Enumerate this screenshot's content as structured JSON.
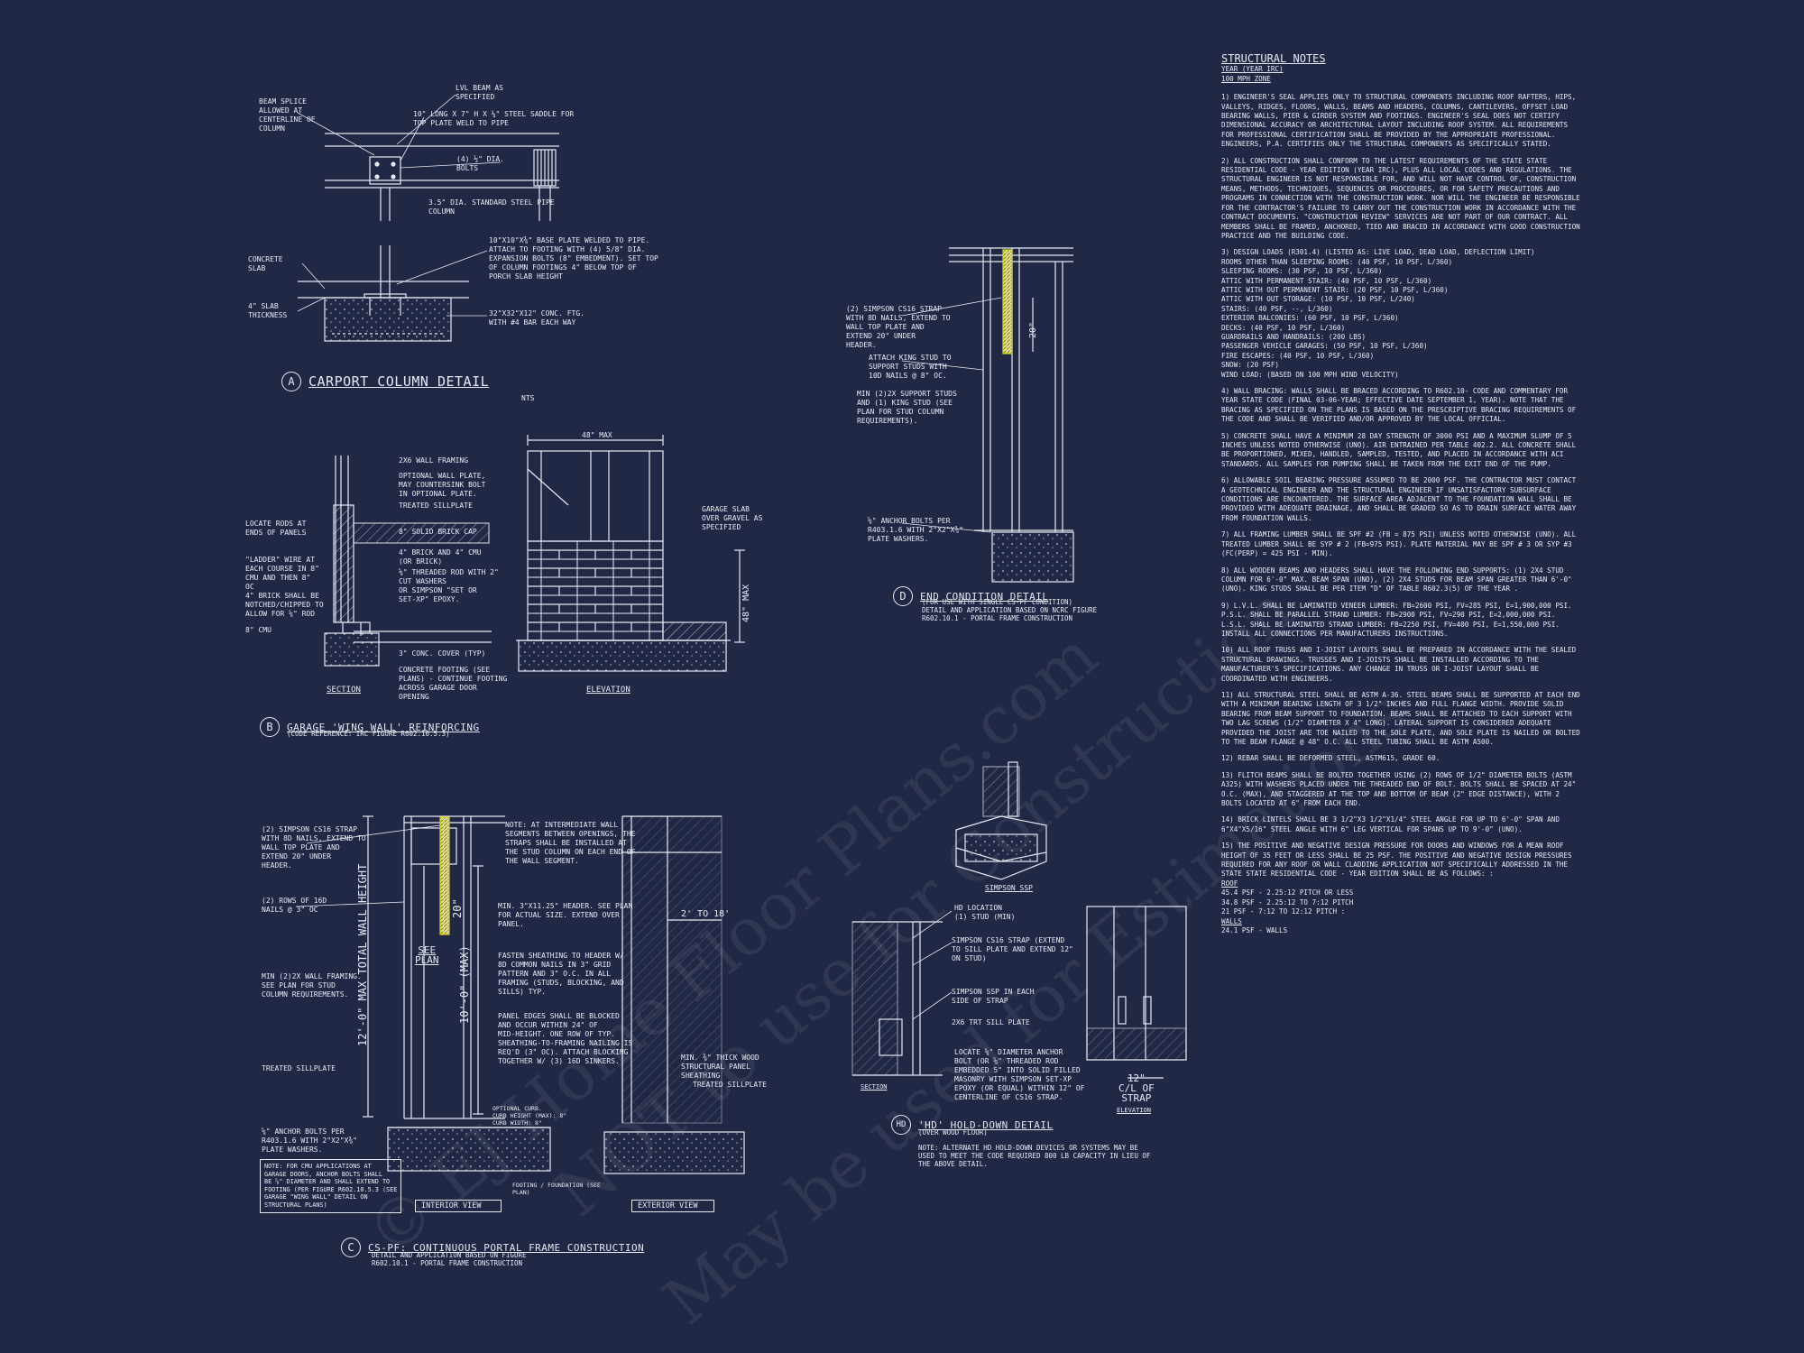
{
  "watermarks": [
    "© EJ Home Floor Plans.com",
    "NOT to use for Construction",
    "May be used for Estimations"
  ],
  "detailA": {
    "letter": "A",
    "title": "CARPORT COLUMN DETAIL",
    "scale": "NTS",
    "labels": {
      "beam_splice": "BEAM SPLICE\nALLOWED AT\nCENTERLINE OF\nCOLUMN",
      "lvl_beam": "LVL BEAM AS\nSPECIFIED",
      "saddle": "10\" LONG x 7\" H x ¼\" STEEL SADDLE FOR\nTOP PLATE WELD TO PIPE",
      "bolts": "(4) ½\" DIA.\nBOLTS",
      "pipe": "3.5\" DIA. STANDARD STEEL PIPE\nCOLUMN",
      "base_plate": "10\"x10\"x⅜\" BASE PLATE WELDED TO PIPE.\nATTACH TO FOOTING WITH (4) 5/8\" DIA.\nEXPANSION BOLTS (8\" EMBEDMENT). SET TOP\nOF COLUMN FOOTINGS 4\" BELOW TOP OF\nPORCH SLAB HEIGHT",
      "slab": "CONCRETE\nSLAB",
      "slab_thk": "4\" SLAB\nTHICKNESS",
      "footing": "32\"X32\"X12\" CONC. FTG.\nWITH #4 BAR EACH WAY"
    }
  },
  "detailB": {
    "letter": "B",
    "title": "GARAGE 'WING WALL' REINFORCING",
    "subtitle": "(CODE REFERENCE: IRC FIGURE R602.10.5.3)",
    "section": "SECTION",
    "elevation": "ELEVATION",
    "width_dim": "48\" MAX",
    "height_dim": "48\" MAX",
    "labels": {
      "wall_framing": "2x6 WALL FRAMING",
      "wall_plate": "OPTIONAL WALL PLATE,\nMAY COUNTERSINK BOLT\nIN OPTIONAL PLATE.",
      "sillplate": "TREATED SILLPLATE",
      "brick_cap": "8\" SOLID BRICK CAP",
      "locate_rods": "LOCATE RODS AT\nENDS OF PANELS",
      "ladder": "\"LADDER\" WIRE AT\nEACH COURSE IN 8\"\nCMU AND THEN 8\"\nOC",
      "brick_cmu": "4\" BRICK AND 4\" CMU\n(OR BRICK)",
      "rod": "⅝\" THREADED ROD WITH 2\"\nCUT WASHERS\nOR SIMPSON \"SET OR\nSET-XP\" EPOXY.",
      "notched": "4\" BRICK SHALL BE\nNOTCHED/CHIPPED TO\nALLOW FOR ⅝\" ROD",
      "cmu": "8\" CMU",
      "cover": "3\" CONC. COVER (TYP)",
      "footing": "CONCRETE FOOTING (SEE\nPLANS) - CONTINUE FOOTING\nACROSS GARAGE DOOR\nOPENING",
      "gravel": "GARAGE SLAB\nOVER GRAVEL AS\nSPECIFIED"
    }
  },
  "detailC": {
    "letter": "C",
    "title": "CS-PF: CONTINUOUS PORTAL FRAME CONSTRUCTION",
    "subtitle": "DETAIL AND APPLICATION BASED ON FIGURE\nR602.10.1 - PORTAL FRAME CONSTRUCTION",
    "interior": "INTERIOR VIEW",
    "exterior": "EXTERIOR VIEW",
    "dim_total": "12'-0\" MAX TOTAL WALL HEIGHT",
    "dim_wall": "10'-0\" (MAX)",
    "dim_20": "20\"",
    "dim_2to18": "2' TO 18'",
    "see_plan": "SEE\nPLAN",
    "labels": {
      "strap": "(2) SIMPSON CS16 STRAP\nWITH 8d NAILS, EXTEND TO\nWALL TOP PLATE AND\nEXTEND 20\" UNDER\nHEADER.",
      "rows": "(2) ROWS OF 16d\nNAILS @ 3\" OC",
      "min2x": "MIN (2)2X WALL FRAMING.\nSEE PLAN FOR STUD\nCOLUMN REQUIREMENTS.",
      "sillplate": "TREATED SILLPLATE",
      "anchor": "⅝\" ANCHOR BOLTS PER\nR403.1.6 WITH 2\"x2\"x⅜\"\nPLATE WASHERS.",
      "note_top": "NOTE: AT INTERMEDIATE WALL\nSEGMENTS BETWEEN OPENINGS, THE\nSTRAPS SHALL BE INSTALLED AT\nTHE STUD COLUMN ON EACH END OF\nTHE WALL SEGMENT.",
      "header": "MIN. 3\"x11.25\" HEADER. SEE PLAN\nFOR ACTUAL SIZE. EXTEND OVER\nPANEL.",
      "fasten": "FASTEN SHEATHING TO HEADER W/\n8d COMMON NAILS IN 3\" GRID\nPATTERN AND 3\" O.C. IN ALL\nFRAMING (STUDS, BLOCKING, AND\nSILLS) TYP.",
      "edges": "PANEL EDGES SHALL BE BLOCKED\nAND OCCUR WITHIN 24\" OF\nMID-HEIGHT. ONE ROW OF TYP.\nSHEATHING-TO-FRAMING NAILING IS\nREQ'D (3\" OC). ATTACH BLOCKING\nTOGETHER W/ (3) 16d SINKERS.",
      "curb": "OPTIONAL CURB.\nCURB HEIGHT (MAX): 8\"\nCURB WIDTH: 8\"",
      "wood_panel": "MIN. ⅜\" THICK WOOD\nSTRUCTURAL PANEL\nSHEATHING",
      "sillplate2": "TREATED SILLPLATE",
      "footing": "FOOTING / FOUNDATION (SEE\nPLAN)",
      "cmu_note": "NOTE: FOR CMU APPLICATIONS AT\nGARAGE DOORS, ANCHOR BOLTS SHALL\nBE ⅝\" DIAMETER AND SHALL EXTEND TO\nFOOTING (PER FIGURE R602.10.5.3 (SEE\nGARAGE \"WING WALL\" DETAIL ON\nSTRUCTURAL PLANS)"
    }
  },
  "detailD": {
    "letter": "D",
    "title": "END CONDITION DETAIL",
    "subtitle": "(FOR USE WITH SINGLE CS-PF CONDITION)\nDETAIL AND APPLICATION BASED ON NCRC FIGURE\nR602.10.1 - PORTAL FRAME CONSTRUCTION",
    "dim": "20\"",
    "labels": {
      "strap": "(2) SIMPSON CS16 STRAP\nWITH 8d NAILS, EXTEND TO\nWALL TOP PLATE AND\nEXTEND 20\" UNDER\nHEADER.",
      "king": "ATTACH KING STUD TO\nSUPPORT STUDS WITH\n10d NAILS @ 8\" OC.",
      "min2x": "MIN (2)2X SUPPORT STUDS\nAND (1) KING STUD (SEE\nPLAN FOR STUD COLUMN\nREQUIREMENTS).",
      "anchor": "⅝\" ANCHOR BOLTS PER\nR403.1.6 WITH 2\"x2\"x⅜\"\nPLATE WASHERS."
    }
  },
  "detailHD": {
    "letter": "HD",
    "title": "'HD' HOLD-DOWN DETAIL",
    "subtitle": "(OVER WOOD FLOOR)",
    "note": "NOTE: ALTERNATE HD HOLD-DOWN DEVICES OR SYSTEMS MAY BE\nUSED TO MEET THE CODE REQUIRED 800 LB CAPACITY IN LIEU OF\nTHE ABOVE DETAIL.",
    "ssp": "SIMPSON SSP",
    "section": "SECTION",
    "elevation": "ELEVATION",
    "dim": "12\"\nC/L OF\nSTRAP",
    "labels": {
      "hd": "HD LOCATION\n(1) STUD (MIN)",
      "strap": "SIMPSON CS16 STRAP (EXTEND\nTO SILL PLATE AND EXTEND 12\"\nON STUD)",
      "ssp_each": "SIMPSON SSP IN EACH\nSIDE OF STRAP",
      "sill": "2x6 TRT SILL PLATE",
      "locate": "LOCATE ⅝\" DIAMETER ANCHOR\nBOLT (OR ⅝\" THREADED ROD\nEMBEDDED 5\" INTO SOLID FILLED\nMASONRY WITH SIMPSON SET-XP\nEPOXY (OR EQUAL) WITHIN 12\" OF\nCENTERLINE OF CS16 STRAP."
    }
  },
  "notes": {
    "title": "STRUCTURAL NOTES",
    "year": "YEAR (YEAR IRC)",
    "zone": "100 mph ZONE",
    "paras": [
      "1) ENGINEER'S SEAL APPLIES ONLY TO STRUCTURAL COMPONENTS INCLUDING ROOF RAFTERS, HIPS, VALLEYS, RIDGES, FLOORS, WALLS, BEAMS AND HEADERS, COLUMNS, CANTILEVERS, OFFSET LOAD BEARING WALLS, PIER & GIRDER SYSTEM AND FOOTINGS. ENGINEER'S SEAL DOES NOT CERTIFY DIMENSIONAL ACCURACY OR ARCHITECTURAL LAYOUT INCLUDING ROOF SYSTEM. ALL REQUIREMENTS FOR PROFESSIONAL CERTIFICATION SHALL BE PROVIDED BY THE APPROPRIATE PROFESSIONAL. ENGINEERS, P.A. CERTIFIES ONLY THE STRUCTURAL COMPONENTS AS SPECIFICALLY STATED.",
      "2) ALL CONSTRUCTION SHALL CONFORM TO THE LATEST REQUIREMENTS OF THE STATE STATE RESIDENTIAL CODE - YEAR EDITION (YEAR IRC), PLUS ALL LOCAL CODES AND REGULATIONS. THE STRUCTURAL ENGINEER IS NOT RESPONSIBLE FOR, AND WILL NOT HAVE CONTROL OF, CONSTRUCTION MEANS, METHODS, TECHNIQUES, SEQUENCES OR PROCEDURES, OR FOR SAFETY PRECAUTIONS AND PROGRAMS IN CONNECTION WITH THE CONSTRUCTION WORK. NOR WILL THE ENGINEER BE RESPONSIBLE FOR THE CONTRACTOR'S FAILURE TO CARRY OUT THE CONSTRUCTION WORK IN ACCORDANCE WITH THE CONTRACT DOCUMENTS. \"CONSTRUCTION REVIEW\" SERVICES ARE NOT PART OF OUR CONTRACT. ALL MEMBERS SHALL BE FRAMED, ANCHORED, TIED AND BRACED IN ACCORDANCE WITH GOOD CONSTRUCTION PRACTICE AND THE BUILDING CODE."
    ],
    "loads_title": "3) DESIGN LOADS (R301.4) (LISTED AS: LIVE LOAD, DEAD LOAD, DEFLECTION LIMIT)",
    "loads": [
      "ROOMS OTHER THAN SLEEPING ROOMS: (40 PSF, 10 PSF, L/360)",
      "SLEEPING ROOMS: (30 PSF, 10 PSF, L/360)",
      "ATTIC WITH PERMANENT STAIR: (40 PSF, 10 PSF, L/360)",
      "ATTIC WITH OUT PERMANENT STAIR: (20 PSF, 10 PSF, L/360)",
      "ATTIC WITH OUT STORAGE: (10 PSF, 10 PSF, L/240)",
      "STAIRS: (40 PSF, --, L/360)",
      "EXTERIOR BALCONIES: (60 PSF, 10 PSF, L/360)",
      "DECKS: (40 PSF, 10 PSF, L/360)",
      "GUARDRAILS AND HANDRAILS: (200 LBS)",
      "PASSENGER VEHICLE GARAGES: (50 PSF, 10 PSF, L/360)",
      "FIRE ESCAPES: (40 PSF, 10 PSF, L/360)",
      "SNOW: (20 PSF)",
      "WIND LOAD: (BASED ON 100 MPH WIND VELOCITY)"
    ],
    "paras2": [
      "4) WALL BRACING: WALLS SHALL BE BRACED ACCORDING TO R602.10- CODE AND COMMENTARY FOR YEAR STATE CODE (FINAL 03-06-YEAR; EFFECTIVE DATE SEPTEMBER 1, YEAR). NOTE THAT THE BRACING AS SPECIFIED ON THE PLANS IS BASED ON THE PRESCRIPTIVE BRACING REQUIREMENTS OF THE CODE AND SHALL BE VERIFIED AND/OR APPROVED BY THE LOCAL OFFICIAL.",
      "5) CONCRETE SHALL HAVE A MINIMUM 28 DAY STRENGTH OF 3000 PSI AND A MAXIMUM SLUMP OF 5 INCHES UNLESS NOTED OTHERWISE (UNO). AIR ENTRAINED PER TABLE 402.2. ALL CONCRETE SHALL BE PROPORTIONED, MIXED, HANDLED, SAMPLED, TESTED, AND PLACED IN ACCORDANCE WITH ACI STANDARDS. ALL SAMPLES FOR PUMPING SHALL BE TAKEN FROM THE EXIT END OF THE PUMP.",
      "6) ALLOWABLE SOIL BEARING PRESSURE ASSUMED TO BE 2000 PSF. THE CONTRACTOR MUST CONTACT A GEOTECHNICAL ENGINEER AND THE STRUCTURAL ENGINEER IF UNSATISFACTORY SUBSURFACE CONDITIONS ARE ENCOUNTERED. THE SURFACE AREA ADJACENT TO THE FOUNDATION WALL SHALL BE PROVIDED WITH ADEQUATE DRAINAGE, AND SHALL BE GRADED SO AS TO DRAIN SURFACE WATER AWAY FROM FOUNDATION WALLS.",
      "7) ALL FRAMING LUMBER SHALL BE SPF #2 (Fb = 875 PSI) UNLESS NOTED OTHERWISE (UNO). ALL TREATED LUMBER SHALL BE SYP # 2 (Fb=975 PSI). PLATE MATERIAL MAY BE SPF # 3 OR SYP #3 (Fc(perp) = 425 PSI - MIN).",
      "8) ALL WOODEN BEAMS AND HEADERS SHALL HAVE THE FOLLOWING END SUPPORTS: (1) 2x4 STUD COLUMN FOR 6'-0\" MAX. BEAM SPAN (UNO), (2) 2X4 STUDS FOR BEAM SPAN GREATER THAN 6'-0\" (UNO). KING STUDS SHALL BE PER ITEM \"d\" OF TABLE R602.3(5) OF THE YEAR .",
      "9) L.V.L. SHALL BE LAMINATED VENEER LUMBER: Fb=2600 PSI, Fv=285 PSI, E=1,900,000 PSI. P.S.L. SHALL BE PARALLEL STRAND LUMBER: Fb=2900 PSI, Fv=290 PSI, E=2,000,000 PSI. L.S.L. SHALL BE LAMINATED STRAND LUMBER: Fb=2250 PSI, Fv=400 PSI, E=1,550,000 PSI. INSTALL ALL CONNECTIONS PER MANUFACTURERS INSTRUCTIONS.",
      "10) ALL ROOF TRUSS AND I-JOIST LAYOUTS SHALL BE PREPARED IN ACCORDANCE WITH THE SEALED STRUCTURAL DRAWINGS. TRUSSES AND I-JOISTS SHALL BE INSTALLED ACCORDING TO THE MANUFACTURER'S SPECIFICATIONS. ANY CHANGE IN TRUSS OR I-JOIST LAYOUT SHALL BE COORDINATED WITH ENGINEERS.",
      "11) ALL STRUCTURAL STEEL SHALL BE ASTM A-36. STEEL BEAMS SHALL BE SUPPORTED AT EACH END WITH A MINIMUM BEARING LENGTH OF 3 1/2\" INCHES AND FULL FLANGE WIDTH. PROVIDE SOLID BEARING FROM BEAM SUPPORT TO FOUNDATION. BEAMS SHALL BE ATTACHED TO EACH SUPPORT WITH TWO LAG SCREWS (1/2\" DIAMETER x 4\" LONG). LATERAL SUPPORT IS CONSIDERED ADEQUATE PROVIDED THE JOIST ARE TOE NAILED TO THE SOLE PLATE, AND SOLE PLATE IS NAILED OR BOLTED TO THE BEAM FLANGE @ 48\" O.C. ALL STEEL TUBING SHALL BE ASTM A500.",
      "12) REBAR SHALL BE DEFORMED STEEL, ASTM615, GRADE 60.",
      "13) FLITCH BEAMS SHALL BE BOLTED TOGETHER USING (2) ROWS OF 1/2\" DIAMETER BOLTS (ASTM A325) WITH WASHERS PLACED UNDER THE THREADED END OF BOLT. BOLTS SHALL BE SPACED AT 24\" O.C. (MAX), AND STAGGERED AT THE TOP AND BOTTOM OF BEAM (2\" EDGE DISTANCE), WITH 2 BOLTS LOCATED AT 6\" FROM EACH END.",
      "14) BRICK LINTELS SHALL BE 3 1/2\"x3 1/2\"x1/4\" STEEL ANGLE FOR UP TO 6'-0\" SPAN AND 6\"x4\"x5/16\" STEEL ANGLE WITH 6\" LEG VERTICAL FOR SPANS UP TO 9'-0\" (UNO).",
      "15) THE POSITIVE AND NEGATIVE DESIGN PRESSURE FOR DOORS AND WINDOWS FOR A MEAN ROOF HEIGHT OF 35 FEET OR LESS SHALL BE 25 PSF. THE POSITIVE AND NEGATIVE DESIGN PRESSURES REQUIRED FOR ANY ROOF OR WALL CLADDING APPLICATION NOT SPECIFICALLY ADDRESSED IN THE STATE STATE RESIDENTIAL CODE - YEAR EDITION SHALL BE AS FOLLOWS: :"
    ],
    "roof_title": "ROOF",
    "roof": [
      "45.4 PSF - 2.25:12 PITCH OR LESS",
      "34.8 PSF - 2.25:12 TO 7:12 PITCH",
      "21 PSF - 7:12 TO 12:12 PITCH :"
    ],
    "walls_title": "WALLS",
    "walls": [
      "24.1 PSF - WALLS"
    ]
  }
}
